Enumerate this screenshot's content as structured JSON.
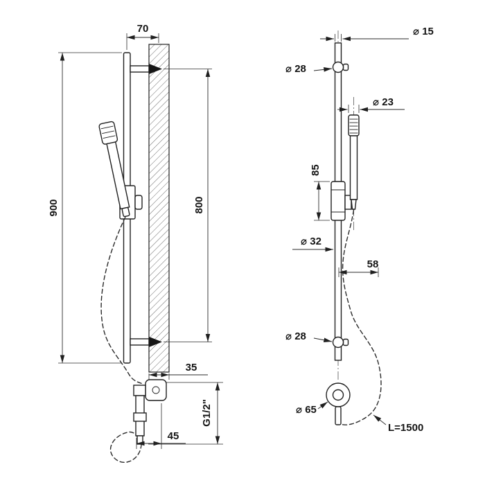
{
  "drawing": {
    "left_view": {
      "dim_rail_to_wall": "70",
      "dim_total_height": "900",
      "dim_bracket_span": "800",
      "dim_wall_offset": "35",
      "dim_outlet_offset": "45",
      "dim_thread": "G1/2\""
    },
    "right_view": {
      "dim_rail_diameter": "⌀ 15",
      "dim_top_bracket_diameter": "⌀ 28",
      "dim_handshower_diameter": "⌀ 23",
      "dim_slider_length": "85",
      "dim_slider_knob_diameter": "⌀ 32",
      "dim_axis_offset": "58",
      "dim_bottom_bracket_diameter": "⌀ 28",
      "dim_outlet_diameter": "⌀ 65",
      "dim_hose_length": "L=1500"
    }
  }
}
